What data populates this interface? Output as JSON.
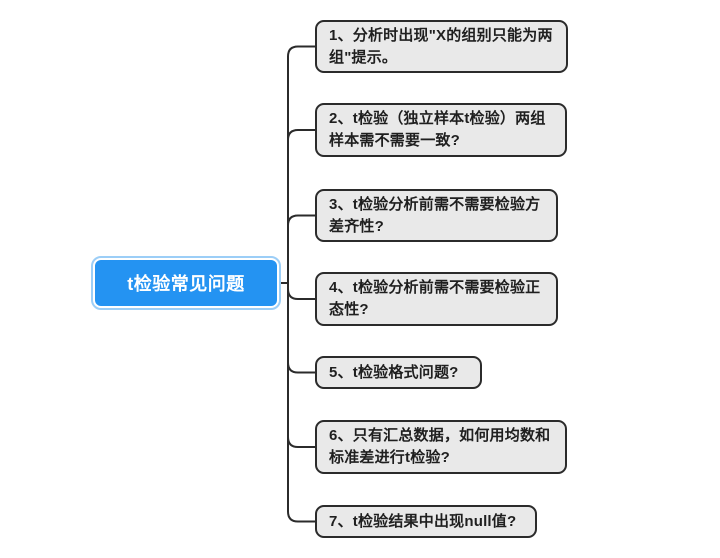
{
  "diagram": {
    "type": "mind-map",
    "central_topic": {
      "label": "t检验常见问题"
    },
    "topics": [
      {
        "text": "1、分析时出现\"X的组别只能为两组\"提示。"
      },
      {
        "text": "2、t检验（独立样本t检验）两组样本需不需要一致?"
      },
      {
        "text": "3、t检验分析前需不需要检验方差齐性?"
      },
      {
        "text": "4、t检验分析前需不需要检验正态性?"
      },
      {
        "text": "5、t检验格式问题?"
      },
      {
        "text": "6、只有汇总数据，如何用均数和标准差进行t检验?"
      },
      {
        "text": "7、t检验结果中出现null值?"
      }
    ],
    "colors": {
      "central_fill": "#2493f2",
      "central_text": "#ffffff",
      "selection_ring": "#9ccef7",
      "topic_fill": "#e9e9e9",
      "topic_border": "#2b2b2b",
      "topic_text": "#1f1f1f",
      "connector_line": "#2b2b2b",
      "background": "#ffffff"
    }
  }
}
